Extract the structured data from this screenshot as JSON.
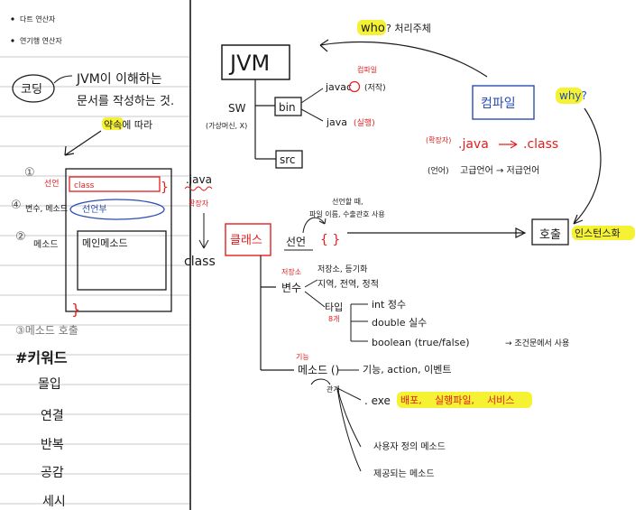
{
  "colors": {
    "ink": "#1a1a1a",
    "red": "#e02020",
    "blue": "#2a4db0",
    "highlight": "#f4f233",
    "rule": "#c9c9d2"
  },
  "left": {
    "bullets": [
      "다트 연산자",
      "연기행 연산자"
    ],
    "coding": "코딩",
    "coding_desc": [
      "JVM이 이해하는",
      "문서를 작성하는 것.",
      "약속에 따라"
    ],
    "diagram_labels": [
      "선언",
      "변수, 메소드",
      "메소드"
    ],
    "diagram_numbers": [
      "①",
      "④",
      "②"
    ],
    "class_box": "class",
    "declare_section": "선언부",
    "main_method": "메인메소드",
    "java_ext": ".java",
    "java_note": "확장자",
    "class_ext": "class",
    "brace": "}",
    "section3": "③메소드 호출",
    "keyword_title": "#키워드",
    "keywords": [
      "몰입",
      "연결",
      "반복",
      "공감",
      "세시"
    ]
  },
  "right": {
    "who": "who",
    "who_rest": "? 처리주체",
    "jvm": "JVM",
    "sw": "SW",
    "sw_note": "(가상머신, X)",
    "bin": "bin",
    "src": "src",
    "javac": "javac",
    "compile_note": "컴파일",
    "javac_note": "(저작)",
    "java": "java",
    "java_note": "(실행)",
    "compile_box": "컴파일",
    "why": "why?",
    "ext_note": "(확장자)",
    "java_file": ".java",
    "class_file": ".class",
    "lang_note": "(언어)",
    "lang_line": "고급언어 → 저급언어",
    "class_word": "클래스",
    "declare": "선언",
    "declare_note": [
      "선언할 때,",
      "파일 이름, 수출관호 사용"
    ],
    "braces": "{ }",
    "call": "호출",
    "instance": "인스턴스화",
    "var_note": "저장소",
    "var_desc": "저장소, 등기화",
    "variable": "변수",
    "var_scope": "지역, 전역, 정적",
    "type_label": "타입",
    "type_count": "8개",
    "types": [
      "int  정수",
      "double  실수",
      "boolean  (true/false)"
    ],
    "boolean_note": "→ 조건문에서 사용",
    "method_note": "기능",
    "method": "메소드 ()",
    "method_desc": "기능, action, 이벤트",
    "exe": ". exe",
    "exe_items": [
      "배포,",
      "실행파일,",
      "서비스"
    ],
    "relation": "관계",
    "user_method": "사용자 정의 메소드",
    "provided_method": "제공되는 메소드"
  }
}
